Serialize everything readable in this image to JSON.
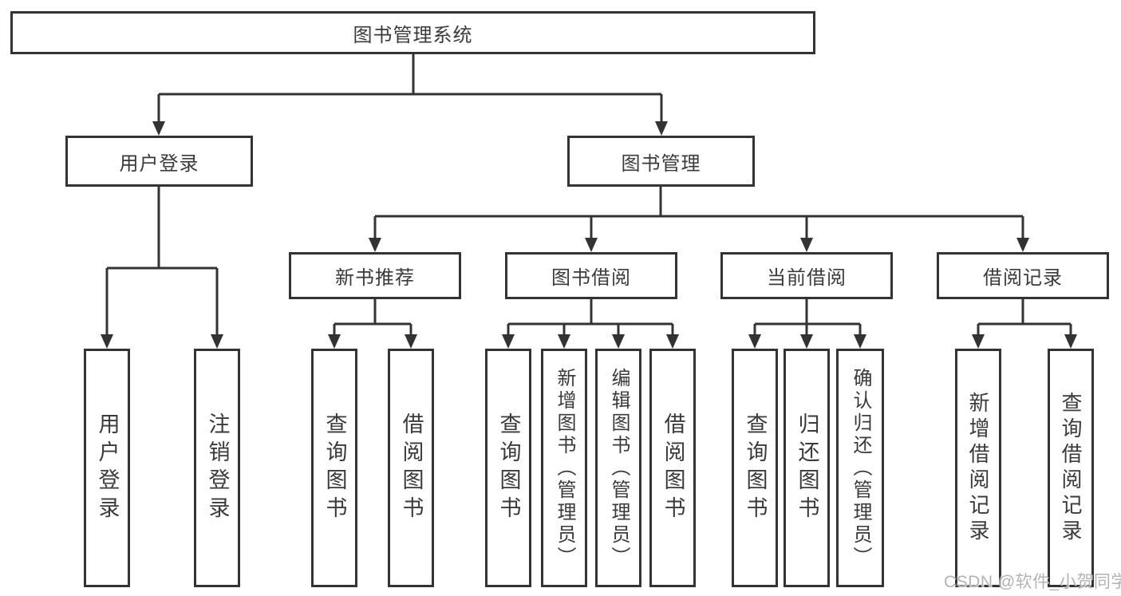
{
  "diagram": {
    "tree": {
      "label": "图书管理系统",
      "children": [
        {
          "label": "用户登录",
          "children": [
            {
              "label": "用户登录"
            },
            {
              "label": "注销登录"
            }
          ]
        },
        {
          "label": "图书管理",
          "children": [
            {
              "label": "新书推荐",
              "children": [
                {
                  "label": "查询图书"
                },
                {
                  "label": "借阅图书"
                }
              ]
            },
            {
              "label": "图书借阅",
              "children": [
                {
                  "label": "查询图书"
                },
                {
                  "label": "新增图书（管理员）"
                },
                {
                  "label": "编辑图书（管理员）"
                },
                {
                  "label": "借阅图书"
                }
              ]
            },
            {
              "label": "当前借阅",
              "children": [
                {
                  "label": "查询图书"
                },
                {
                  "label": "归还图书"
                },
                {
                  "label": "确认归还（管理员）"
                }
              ]
            },
            {
              "label": "借阅记录",
              "children": [
                {
                  "label": "新增借阅记录"
                },
                {
                  "label": "查询借阅记录"
                }
              ]
            }
          ]
        }
      ]
    },
    "colors": {
      "line": "#333333",
      "box_border": "#333333",
      "text": "#3a3a3a",
      "background": "#ffffff",
      "watermark": "#b3b3b3"
    }
  },
  "watermark": {
    "text": "CSDN @软件_小贺同学"
  }
}
